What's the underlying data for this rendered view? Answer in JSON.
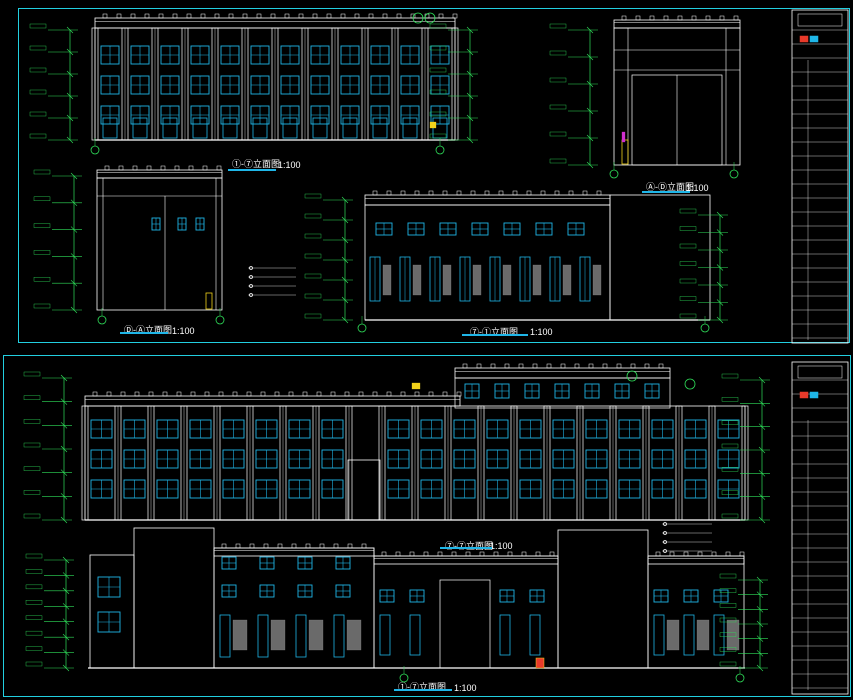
{
  "sheet_top": {
    "titles": [
      {
        "name": "elev-title-1",
        "text": "①-⑦立面图"
      },
      {
        "name": "elev-title-2",
        "text": "Ⓐ-Ⓓ立面图"
      },
      {
        "name": "elev-title-3",
        "text": "Ⓓ-Ⓐ立面图"
      },
      {
        "name": "elev-title-4",
        "text": "⑦-①立面图"
      }
    ],
    "scales": [
      "1:100",
      "1:100",
      "1:100",
      "1:100"
    ]
  },
  "sheet_bottom": {
    "titles": [
      {
        "name": "elev-title-5",
        "text": "⑦-⑦立面图"
      },
      {
        "name": "elev-title-6",
        "text": "①-⑦立面图"
      }
    ],
    "scales": [
      "1:100",
      "1:100"
    ]
  },
  "colors": {
    "frame": "#22cfe0",
    "line": "#ffffff",
    "window": "#1fb6e8",
    "dim_green": "#2fe05a",
    "accent_yellow": "#f2d21b",
    "accent_red": "#e83a2a",
    "accent_magenta": "#d030d0"
  }
}
